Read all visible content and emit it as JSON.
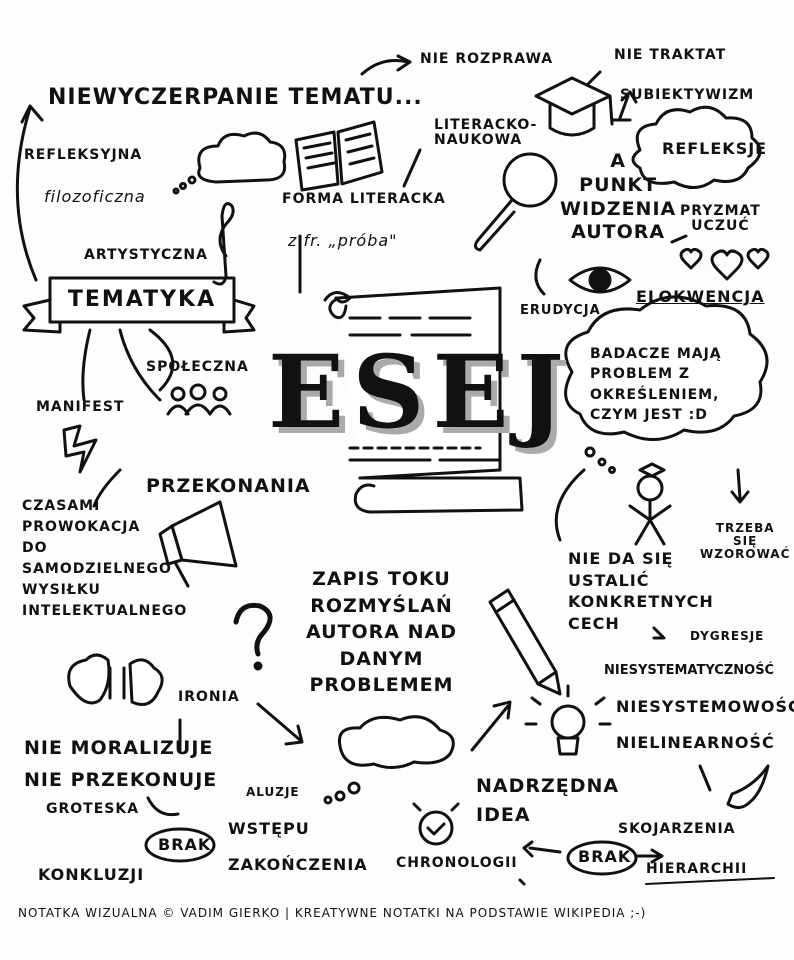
{
  "title": "ESEJ",
  "top_heading": "NIEWYCZERPANIE TEMATU...",
  "left": {
    "refleksyjna": "REFLEKSYJNA",
    "filozoficzna": "filozoficzna",
    "artystyczna": "ARTYSTYCZNA",
    "tematyka": "TEMATYKA",
    "spoleczna": "SPOŁECZNA",
    "manifest": "MANIFEST",
    "przekonania": "PRZEKONANIA",
    "prowokacja": "CZASAMI\nPROWOKACJA\nDO\nSAMODZIELNEGO\nWYSIŁKU\nINTELEKTUALNEGO",
    "ironia": "IRONIA",
    "nie_moralizuje": "NIE MORALIZUJE",
    "nie_przekonuje": "NIE PRZEKONUJE",
    "aluzje": "ALUZJE",
    "groteska": "GROTESKA"
  },
  "center_top": {
    "forma_literacka": "FORMA LITERACKA",
    "z_fr_proba": "z fr. „próba\"",
    "literacko_naukowa": "LITERACKO-\nNAUKOWA",
    "nie_rozprawa": "NIE ROZPRAWA",
    "nie_traktat": "NIE TRAKTAT",
    "subiektywizm": "SUBIEKTYWIZM",
    "refleksje": "REFLEKSJE",
    "a_punkt": "A\nPUNKT\nWIDZENIA\nAUTORA",
    "pryzmat_uczuc": "PRYZMAT\nUCZUĆ",
    "erudycja": "ERUDYCJA",
    "elokwencja": "ELOKWENCJA"
  },
  "right": {
    "badacze": "BADACZE MAJĄ\nPROBLEM Z\nOKREŚLENIEM,\nCZYM JEST :D",
    "trzeba_sie_wzorowac": "TRZEBA\nSIĘ\nWZOROWAĆ",
    "nie_da_sie": "NIE DA SIĘ\nUSTALIĆ\nKONKRETNYCH\nCECH",
    "dygresje": "DYGRESJE",
    "niesystematycznosc": "NIESYSTEMATYCZNOŚĆ",
    "niesystemowosc": "NIESYSTEMOWOŚĆ",
    "nielinearnosc": "NIELINEARNOŚĆ",
    "skojarzenia": "SKOJARZENIA",
    "nadrzedna_idea": "NADRZĘDNA\nIDEA"
  },
  "bottom": {
    "zapis": "ZAPIS TOKU\nROZMYŚLAŃ\nAUTORA NAD\nDANYM\nPROBLEMEM",
    "wstepu": "WSTĘPU",
    "brak": "BRAK",
    "zakonczenia": "ZAKOŃCZENIA",
    "konkluzji": "KONKLUZJI",
    "chronologii": "CHRONOLOGII",
    "brak2": "BRAK",
    "hierarchii": "HIERARCHII"
  },
  "footer": "NOTATKA WIZUALNA © VADIM GIERKO | KREATYWNE NOTATKI NA PODSTAWIE WIKIPEDIA ;-)",
  "icons": [
    "open-book-icon",
    "magnifier-icon",
    "graduation-cap-icon",
    "cloud-icon",
    "eye-icon",
    "heart-icon",
    "scroll-icon",
    "megaphone-icon",
    "people-icon",
    "lightning-icon",
    "question-mark-icon",
    "brain-icon",
    "pencil-icon",
    "lightbulb-icon",
    "alarm-clock-icon",
    "wing-icon",
    "thinking-person-icon",
    "treble-clef-icon"
  ]
}
